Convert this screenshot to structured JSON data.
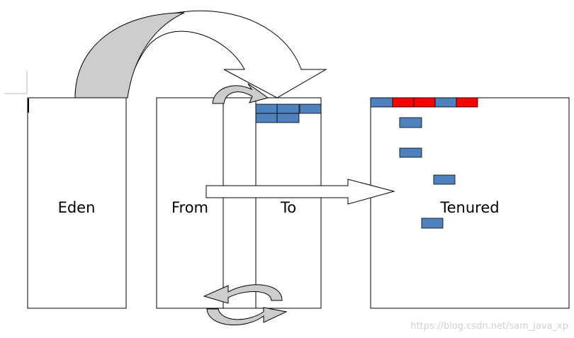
{
  "regions": {
    "eden": "Eden",
    "from": "From",
    "to": "To",
    "tenured": "Tenured"
  },
  "watermark": "https://blog.csdn.net/sam_java_xp",
  "colors": {
    "survivor_block": "#4f81bd",
    "promoted_block": "#ff0000",
    "arrow_fill": "#cccccc",
    "outline": "#000000"
  }
}
